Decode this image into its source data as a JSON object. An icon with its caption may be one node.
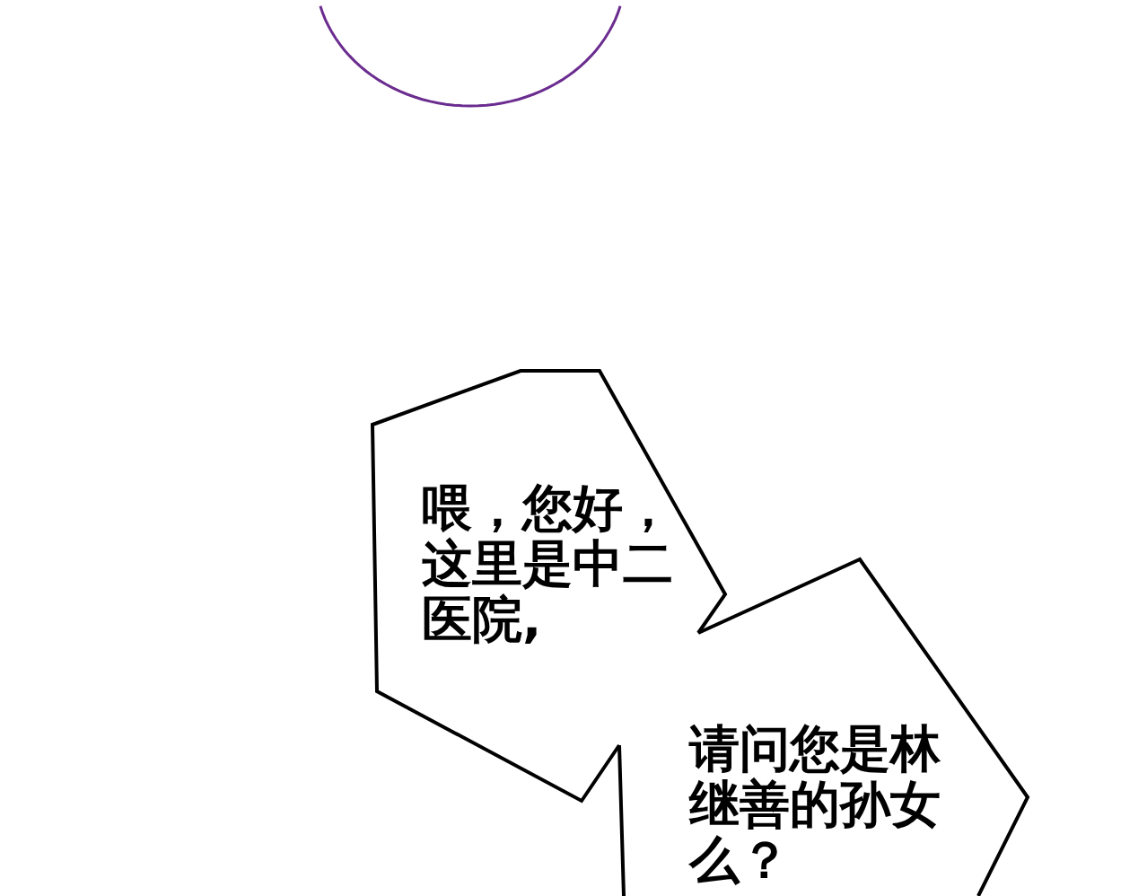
{
  "diagram": {
    "nodes": [
      {
        "text": [],
        "shape": "circle"
      },
      {
        "text": [
          "喂，您好，这里是中二医院,"
        ]
      },
      {
        "text": [
          "请问您是林继善的孙女么？"
        ]
      }
    ]
  }
}
